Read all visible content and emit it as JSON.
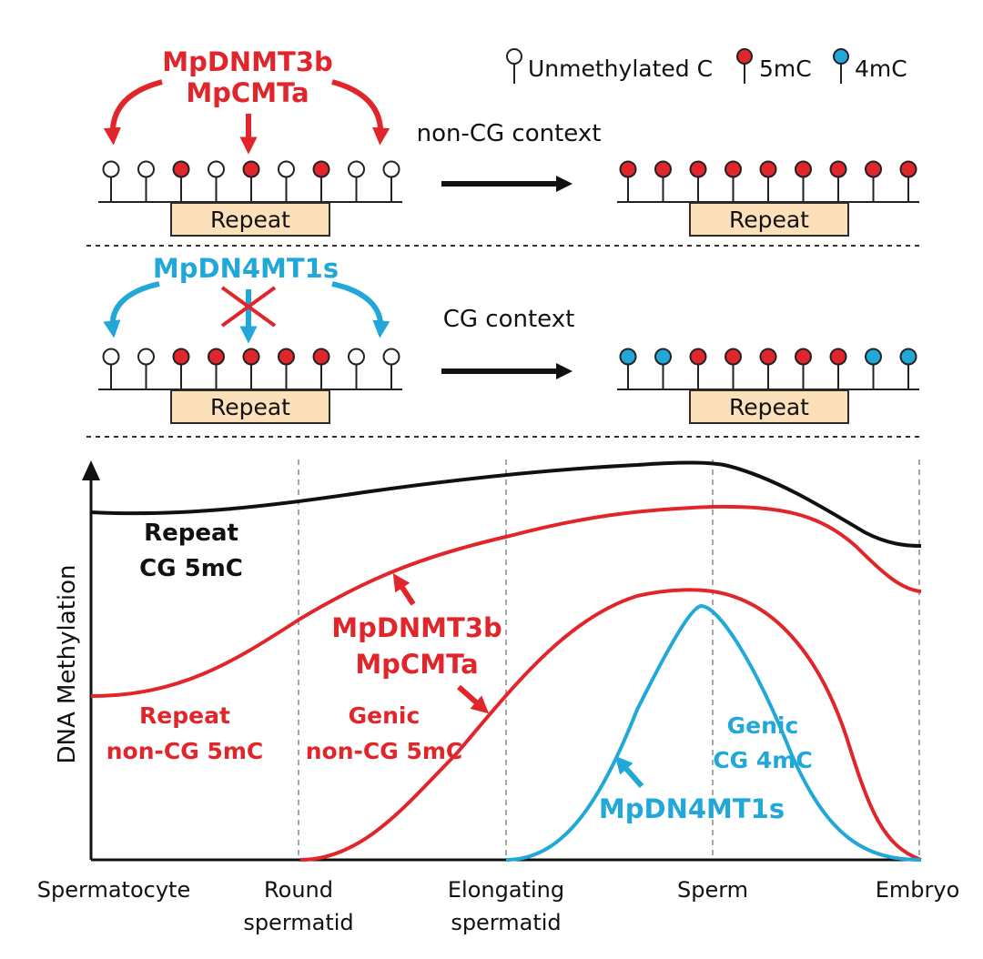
{
  "legend": {
    "unmethylated_label": "Unmethylated C",
    "five_mc_label": "5mC",
    "four_mc_label": "4mC"
  },
  "colors": {
    "red": "#e0262b",
    "blue": "#22a8d8",
    "black": "#111111",
    "repeat_fill": "#fbe0b9",
    "repeat_stroke": "#2b2b2b",
    "grid": "#888888"
  },
  "panel1": {
    "enzyme_line1": "MpDNMT3b",
    "enzyme_line2": "MpCMTa",
    "context_label": "non-CG context",
    "repeat_label_left": "Repeat",
    "repeat_label_right": "Repeat",
    "before_states": [
      "u",
      "u",
      "m5",
      "u",
      "m5",
      "u",
      "m5",
      "u",
      "u"
    ],
    "after_states": [
      "m5",
      "m5",
      "m5",
      "m5",
      "m5",
      "m5",
      "m5",
      "m5",
      "m5"
    ]
  },
  "panel2": {
    "enzyme_label": "MpDN4MT1s",
    "context_label": "CG context",
    "repeat_label_left": "Repeat",
    "repeat_label_right": "Repeat",
    "before_states": [
      "u",
      "u",
      "m5",
      "m5",
      "m5",
      "m5",
      "m5",
      "u",
      "u"
    ],
    "after_states": [
      "m4",
      "m4",
      "m5",
      "m5",
      "m5",
      "m5",
      "m5",
      "m4",
      "m4"
    ]
  },
  "chart": {
    "ylabel": "DNA Methylation",
    "stages": [
      "Spermatocyte",
      "Round spermatid",
      "Elongating spermatid",
      "Sperm",
      "Embryo"
    ],
    "stage_line1": [
      "Spermatocyte",
      "Round",
      "Elongating",
      "Sperm",
      "Embryo"
    ],
    "stage_line2": [
      "",
      "spermatid",
      "spermatid",
      "",
      ""
    ],
    "labels": {
      "repeat_cg_line1": "Repeat",
      "repeat_cg_line2": "CG 5mC",
      "repeat_noncg_line1": "Repeat",
      "repeat_noncg_line2": "non-CG 5mC",
      "genic_noncg_line1": "Genic",
      "genic_noncg_line2": "non-CG 5mC",
      "enzyme_line1": "MpDNMT3b",
      "enzyme_line2": "MpCMTa",
      "genic_cg_line1": "Genic",
      "genic_cg_line2": "CG 4mC",
      "enzyme_blue": "MpDN4MT1s"
    }
  },
  "chart_data": {
    "type": "line",
    "title": "",
    "xlabel": "",
    "ylabel": "DNA Methylation",
    "categories": [
      "Spermatocyte",
      "Round spermatid",
      "Elongating spermatid",
      "Sperm",
      "Embryo"
    ],
    "ylim": [
      0,
      1
    ],
    "series": [
      {
        "name": "Repeat CG 5mC",
        "color": "#111111",
        "x": [
          0,
          0.5,
          1,
          1.5,
          2,
          2.5,
          3,
          3.5,
          4
        ],
        "values": [
          0.99,
          0.99,
          1.04,
          1.09,
          1.13,
          1.15,
          1.16,
          1.09,
          0.91
        ]
      },
      {
        "name": "Repeat non-CG 5mC",
        "color": "#e0262b",
        "x": [
          0,
          0.5,
          1,
          1.5,
          2,
          2.5,
          3,
          3.5,
          4
        ],
        "values": [
          0.47,
          0.58,
          0.8,
          0.91,
          0.96,
          0.99,
          1.0,
          0.94,
          0.78
        ]
      },
      {
        "name": "Genic non-CG 5mC",
        "color": "#e0262b",
        "x": [
          0,
          1,
          1.5,
          2,
          2.5,
          3,
          3.5,
          4
        ],
        "values": [
          0,
          0,
          0.14,
          0.41,
          0.7,
          0.78,
          0.5,
          0
        ]
      },
      {
        "name": "Genic CG 4mC",
        "color": "#22a8d8",
        "x": [
          0,
          2,
          2.5,
          3,
          3.5,
          4
        ],
        "values": [
          0,
          0,
          0.3,
          0.72,
          0.3,
          0
        ]
      }
    ]
  }
}
